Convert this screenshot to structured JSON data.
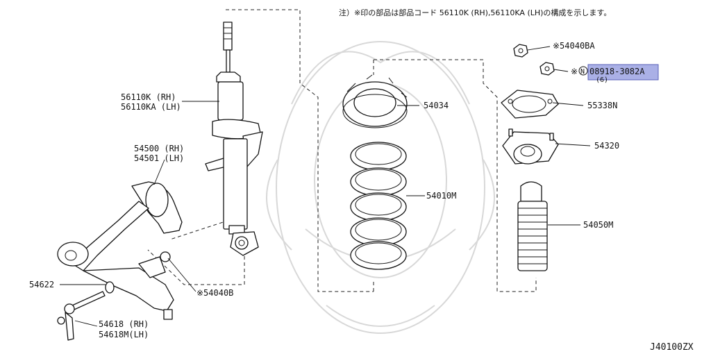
{
  "note": "注）※印の部品は部品コード 56110K (RH),56110KA (LH)の構成を示します。",
  "diagram_code": "J40100ZX",
  "labels": {
    "strut_rh": "56110K (RH)",
    "strut_lh": "56110KA (LH)",
    "arm_rh": "54500 (RH)",
    "arm_lh": "54501 (LH)",
    "washer": "54622",
    "link_rh": "54618 (RH)",
    "link_lh": "54618M(LH)",
    "nut_lower": "※54040B",
    "seat": "54034",
    "spring": "54010M",
    "nut_top": "※54040BA",
    "bolt_prefix": "※",
    "bolt_n": "N",
    "bolt_code": "08918-3082A",
    "bolt_qty": "(6)",
    "plate": "55338N",
    "mount": "54320",
    "boot": "54050M"
  },
  "colors": {
    "highlight": "#aab0e6",
    "line": "#111111",
    "watermark": "#d8d8d8"
  }
}
